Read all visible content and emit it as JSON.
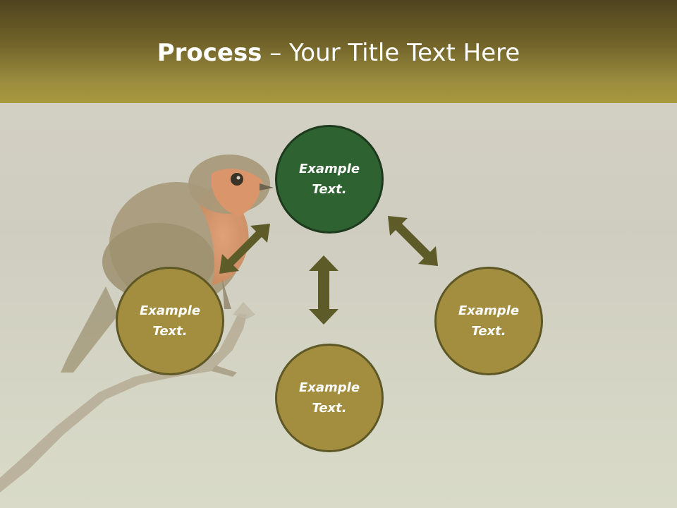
{
  "title": {
    "bold": "Process",
    "rest": " – Your Title Text Here"
  },
  "nodes": {
    "top": "Example Text.",
    "left": "Example Text.",
    "bottom": "Example Text.",
    "right": "Example Text."
  },
  "colors": {
    "header": "#8f7f33",
    "node_olive": "#a38d3f",
    "node_green": "#2f6231",
    "arrow": "#5d5b27",
    "background": "#d3d0c3"
  }
}
